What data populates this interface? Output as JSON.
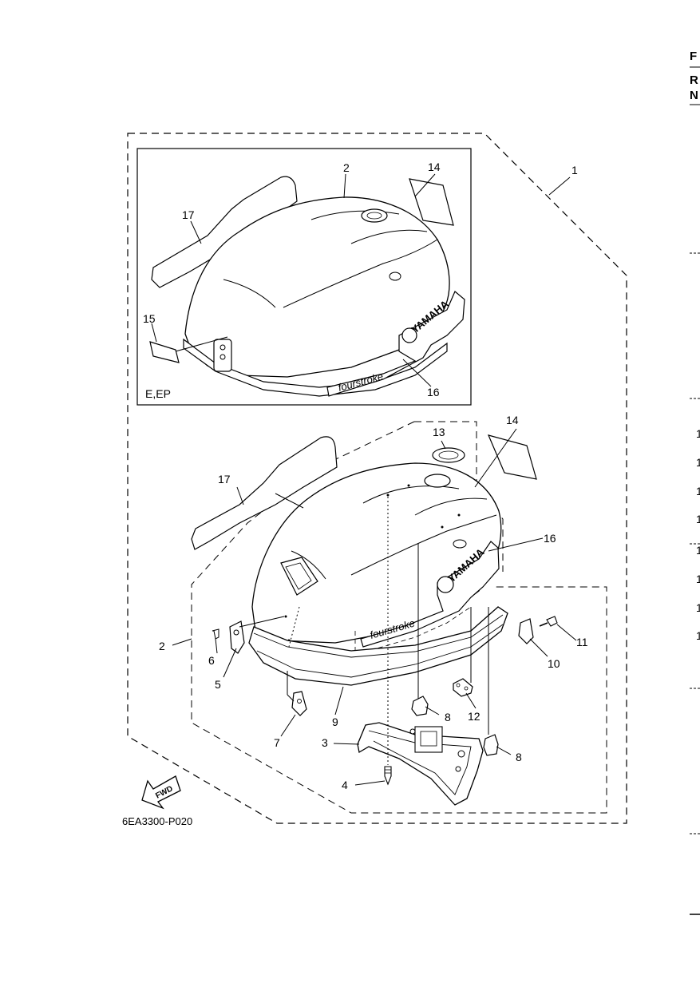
{
  "diagram": {
    "figure_code": "6EA3300-P020",
    "inset_label": "E,EP",
    "fwd_label": "FWD",
    "brand_text": "YAMAHA",
    "badge_text": "fourstroke",
    "part_labels": {
      "p1": "1",
      "p2_inset": "2",
      "p2_main": "2",
      "p3": "3",
      "p4": "4",
      "p5": "5",
      "p6": "6",
      "p7": "7",
      "p8a": "8",
      "p8b": "8",
      "p9": "9",
      "p10": "10",
      "p11": "11",
      "p12": "12",
      "p13": "13",
      "p14_inset": "14",
      "p14_main": "14",
      "p15": "15",
      "p16_inset": "16",
      "p16_main": "16",
      "p17_inset": "17",
      "p17_main": "17"
    }
  },
  "edge_text": {
    "top": [
      "F",
      "R",
      "N"
    ],
    "right_digits": [
      "1",
      "1",
      "1",
      "1",
      "1",
      "1",
      "1",
      "1"
    ]
  }
}
